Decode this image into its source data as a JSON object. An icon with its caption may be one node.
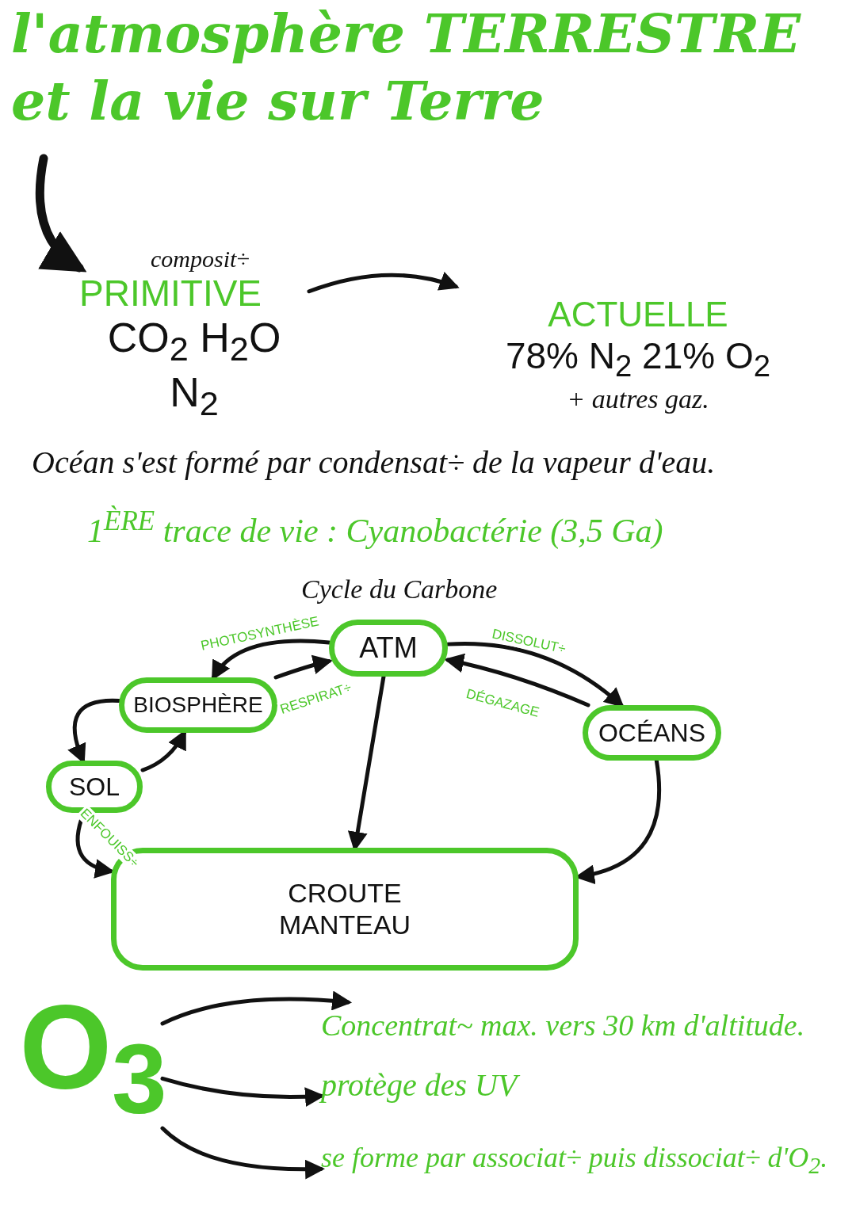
{
  "diagram": {
    "title": "l'atmosphère TERRESTRE et la vie sur Terre",
    "nodes": [
      {
        "text": [
          "composit÷",
          "PRIMITIVE",
          "CO$_{2}$ H$_{2}$O N$_{2}$"
        ]
      },
      {
        "text": [
          "ACTUELLE",
          "78% N$_{2}$ 21% O$_{2}$",
          "+ autres gaz."
        ]
      },
      {
        "text": [
          "ATM"
        ]
      },
      {
        "text": [
          "BIOSPHÈRE"
        ]
      },
      {
        "text": [
          "OCÉANS"
        ]
      },
      {
        "text": [
          "SOL"
        ]
      },
      {
        "text": [
          "CROUTE MANTEAU"
        ]
      },
      {
        "text": [
          "O$_{3}$"
        ]
      },
      {
        "text": [
          "Concentrat~ max. vers 30 km d'altitude."
        ]
      },
      {
        "text": [
          "protège des UV"
        ]
      },
      {
        "text": [
          "se forme par associat÷ puis dissociat÷ d'O$_{2}$."
        ]
      }
    ],
    "edges": [
      {
        "from": null,
        "to": 0,
        "arrow": "to",
        "style": "thick"
      },
      {
        "from": 0,
        "to": 1,
        "arrow": "to"
      },
      {
        "from": 2,
        "to": 3,
        "arrow": "to",
        "label": "PHOTOSYNTHÈSE"
      },
      {
        "from": 3,
        "to": 2,
        "arrow": "to",
        "label": "RESPIRAT÷"
      },
      {
        "from": 2,
        "to": 4,
        "arrow": "to",
        "label": "DISSOLUT÷"
      },
      {
        "from": 4,
        "to": 2,
        "arrow": "to",
        "label": "DÉGAZAGE"
      },
      {
        "from": 2,
        "to": 6,
        "arrow": "to"
      },
      {
        "from": 4,
        "to": 6,
        "arrow": "to"
      },
      {
        "from": 3,
        "to": 5,
        "arrow": "to"
      },
      {
        "from": 5,
        "to": 3,
        "arrow": "to"
      },
      {
        "from": 5,
        "to": 6,
        "arrow": "to",
        "label": "ENFOUISS÷"
      },
      {
        "from": 7,
        "to": 8,
        "arrow": "to"
      },
      {
        "from": 7,
        "to": 9,
        "arrow": "to"
      },
      {
        "from": 7,
        "to": 10,
        "arrow": "to"
      }
    ],
    "labels": [
      "Océan s'est formé par condensat÷ de la vapeur d'eau.",
      "1$^{ÈRE}$ trace de vie : Cyanobactérie (3,5 Ga)",
      "Cycle du Carbone"
    ]
  }
}
